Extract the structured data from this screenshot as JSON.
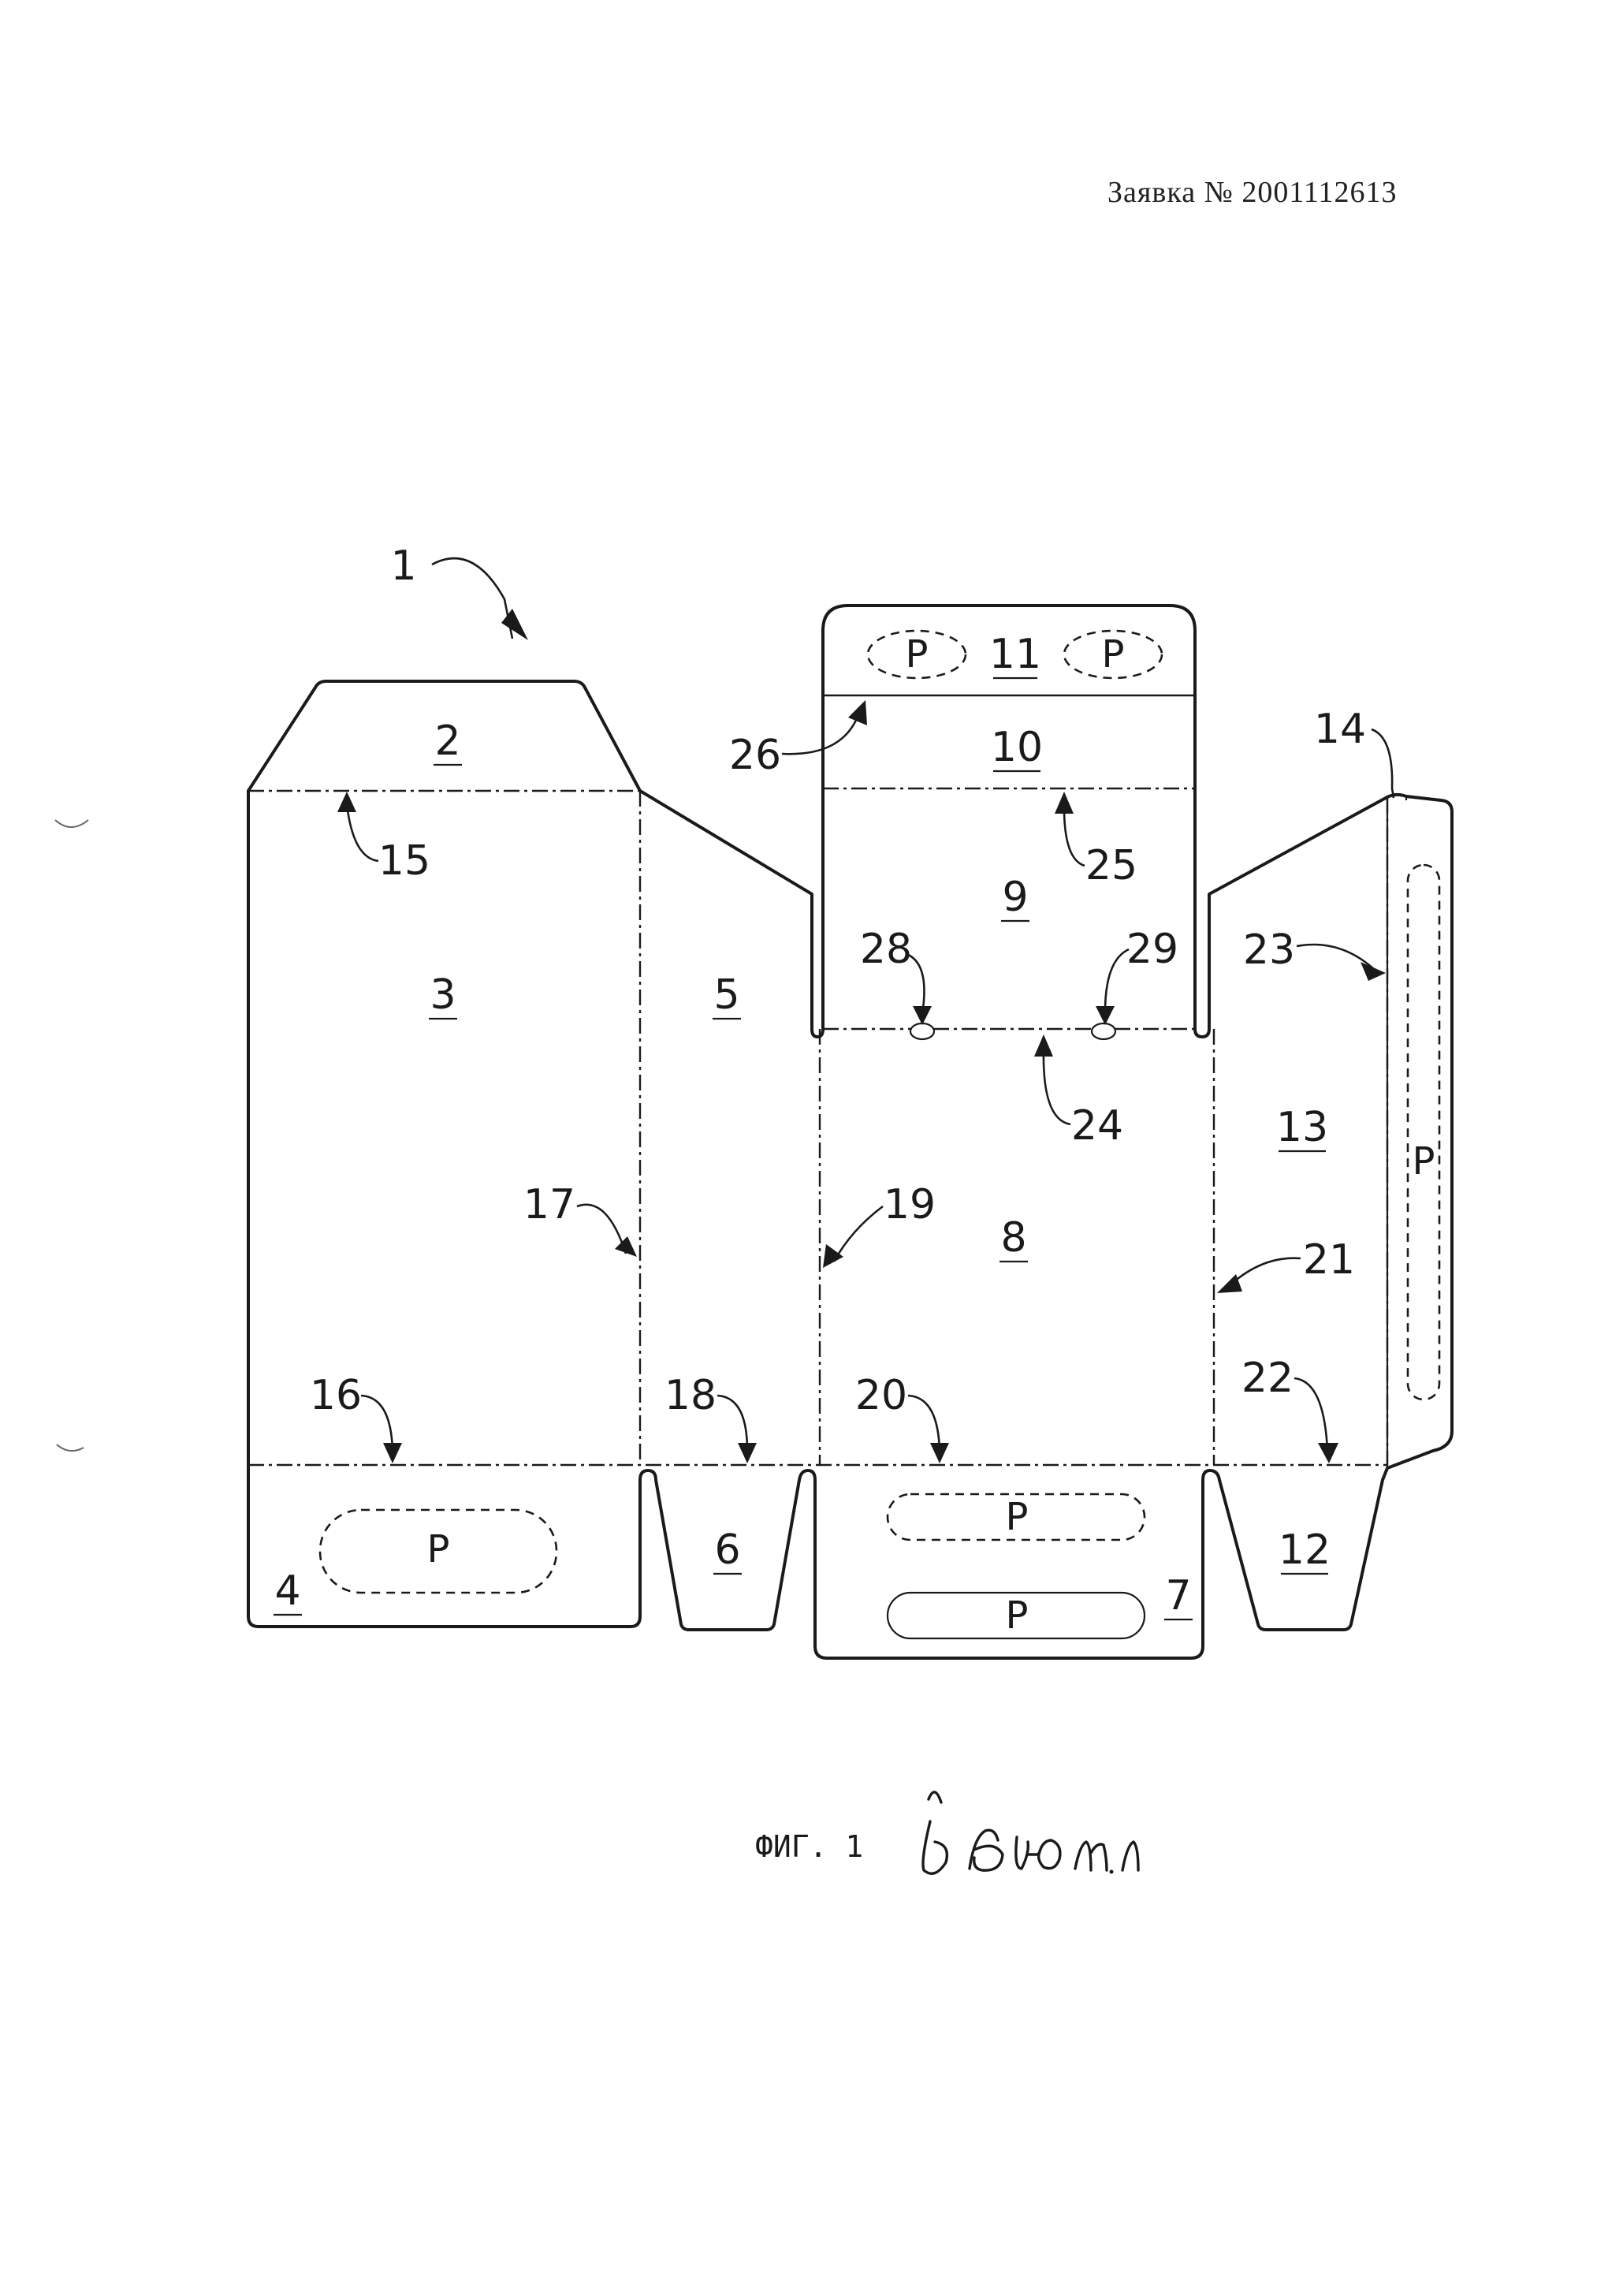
{
  "header": {
    "application_number": "Заявка № 2001112613"
  },
  "figure": {
    "caption": "ФИГ. 1",
    "handwritten_note": "в бюл."
  },
  "panel_labels": [
    "1",
    "2",
    "3",
    "4",
    "5",
    "6",
    "7",
    "8",
    "9",
    "10",
    "11",
    "12",
    "13",
    "14"
  ],
  "line_labels": [
    "15",
    "16",
    "17",
    "18",
    "19",
    "20",
    "21",
    "22",
    "23",
    "24",
    "25",
    "26",
    "28",
    "29"
  ],
  "print_area_label": "P"
}
